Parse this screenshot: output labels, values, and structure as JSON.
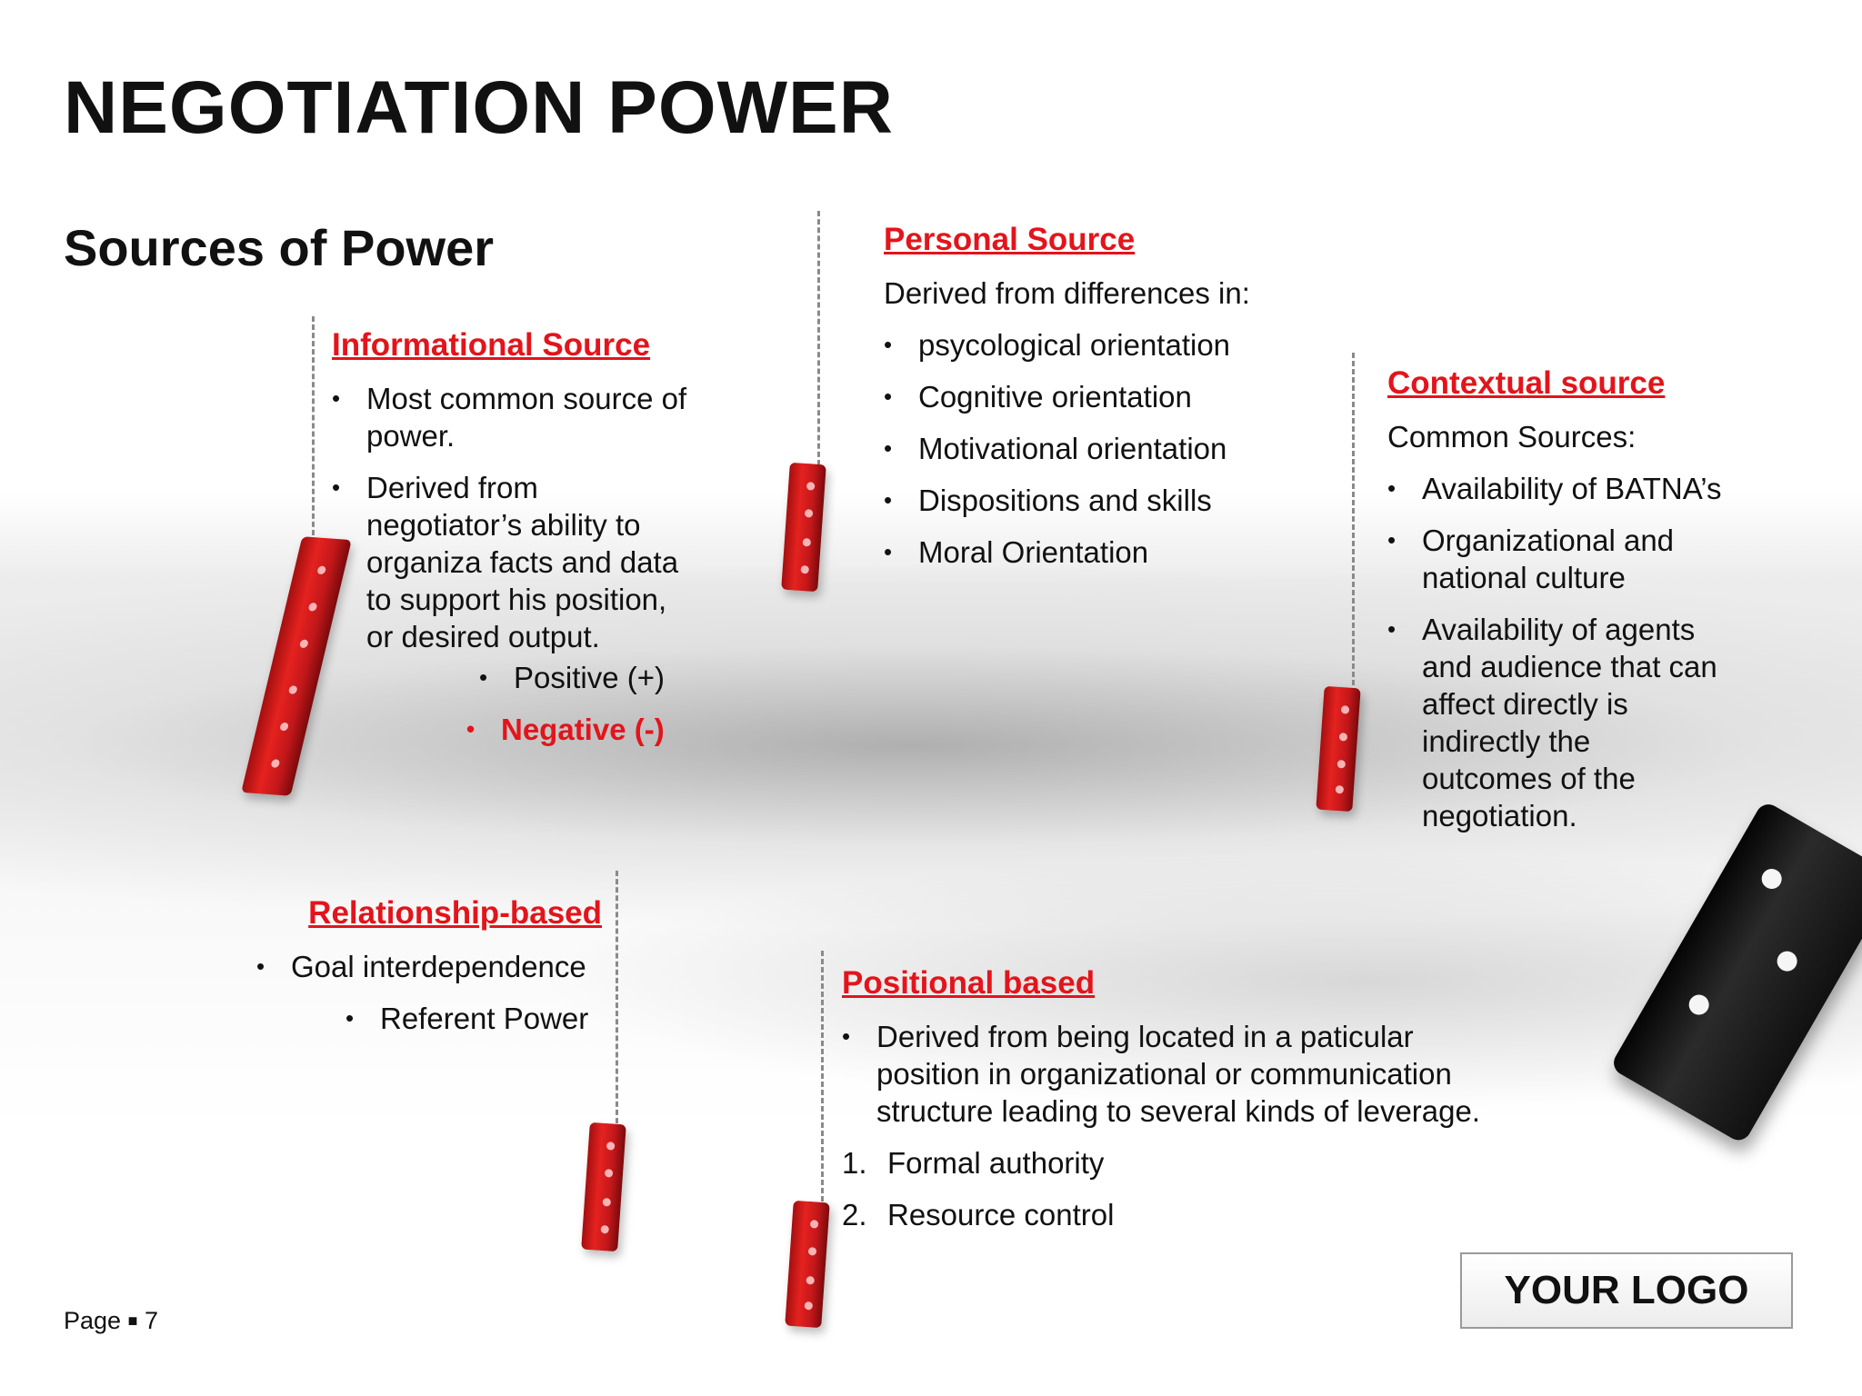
{
  "title": "NEGOTIATION POWER",
  "subtitle": "Sources of Power",
  "informational": {
    "heading": "Informational Source",
    "bullets": [
      "Most common  source of power.",
      "Derived from negotiator’s ability to organiza facts and data to support his position, or desired output."
    ],
    "sub_positive": "Positive (+)",
    "sub_negative": "Negative (-)"
  },
  "personal": {
    "heading": "Personal Source",
    "intro": "Derived from differences in:",
    "bullets": [
      "psycological orientation",
      "Cognitive orientation",
      "Motivational orientation",
      "Dispositions and skills",
      "Moral Orientation"
    ]
  },
  "contextual": {
    "heading": "Contextual source",
    "intro": "Common Sources:",
    "bullets": [
      "Availability of BATNA’s",
      "Organizational and national culture",
      "Availability of agents and audience that can affect directly is indirectly the outcomes of the negotiation."
    ]
  },
  "relationship": {
    "heading": "Relationship-based",
    "bullets": [
      "Goal interdependence",
      "Referent Power"
    ]
  },
  "positional": {
    "heading": "Positional based",
    "bullet": "Derived from being  located in a paticular position in organizational or communication structure leading to several kinds of leverage.",
    "numbered": [
      {
        "n": "1.",
        "text": "Formal authority"
      },
      {
        "n": "2.",
        "text": "Resource control"
      }
    ]
  },
  "logo_text": "YOUR LOGO",
  "page_label": "Page",
  "page_number": "7",
  "colors": {
    "accent": "#e3141b",
    "text": "#111111"
  }
}
